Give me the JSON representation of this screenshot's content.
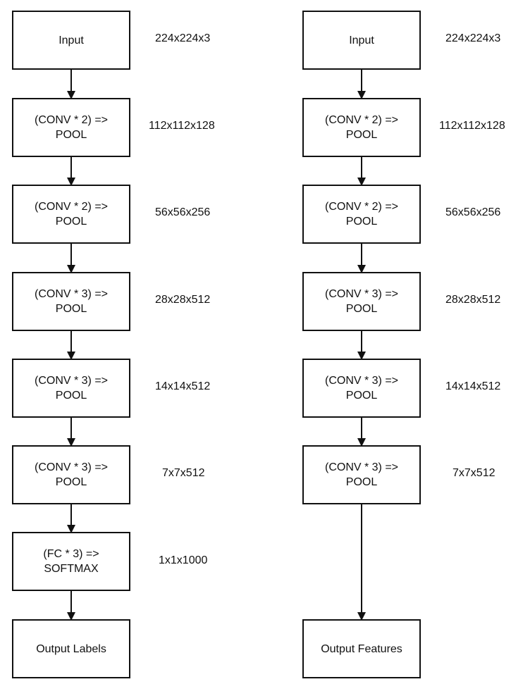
{
  "left_column": {
    "layers": [
      {
        "label": "Input",
        "size": "224x224x3"
      },
      {
        "label": "(CONV * 2) =>\nPOOL",
        "size": "112x112x128"
      },
      {
        "label": "(CONV * 2) =>\nPOOL",
        "size": "56x56x256"
      },
      {
        "label": "(CONV * 3) =>\nPOOL",
        "size": "28x28x512"
      },
      {
        "label": "(CONV * 3) =>\nPOOL",
        "size": "14x14x512"
      },
      {
        "label": "(CONV * 3) =>\nPOOL",
        "size": "7x7x512"
      },
      {
        "label": "(FC * 3) =>\nSOFTMAX",
        "size": "1x1x1000"
      },
      {
        "label": "Output Labels",
        "size": ""
      }
    ]
  },
  "right_column": {
    "layers": [
      {
        "label": "Input",
        "size": "224x224x3"
      },
      {
        "label": "(CONV * 2) =>\nPOOL",
        "size": "112x112x128"
      },
      {
        "label": "(CONV * 2) =>\nPOOL",
        "size": "56x56x256"
      },
      {
        "label": "(CONV * 3) =>\nPOOL",
        "size": "28x28x512"
      },
      {
        "label": "(CONV * 3) =>\nPOOL",
        "size": "14x14x512"
      },
      {
        "label": "(CONV * 3) =>\nPOOL",
        "size": "7x7x512"
      },
      {
        "label": "Output Features",
        "size": ""
      }
    ]
  }
}
